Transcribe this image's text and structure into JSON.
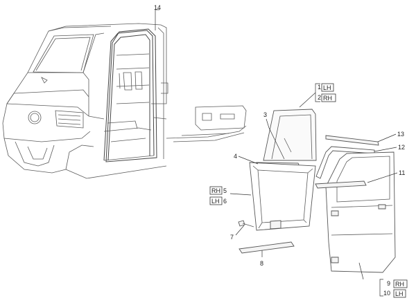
{
  "callouts": {
    "c1": "1",
    "c1_side": "LH",
    "c2": "2",
    "c2_side": "RH",
    "c3": "3",
    "c4": "4",
    "c5": "5",
    "c5_side": "RH",
    "c6": "6",
    "c6_side": "LH",
    "c7": "7",
    "c8": "8",
    "c9": "9",
    "c9_side": "RH",
    "c10": "10",
    "c10_side": "LH",
    "c11": "11",
    "c12": "12",
    "c13": "13",
    "c14": "14"
  }
}
